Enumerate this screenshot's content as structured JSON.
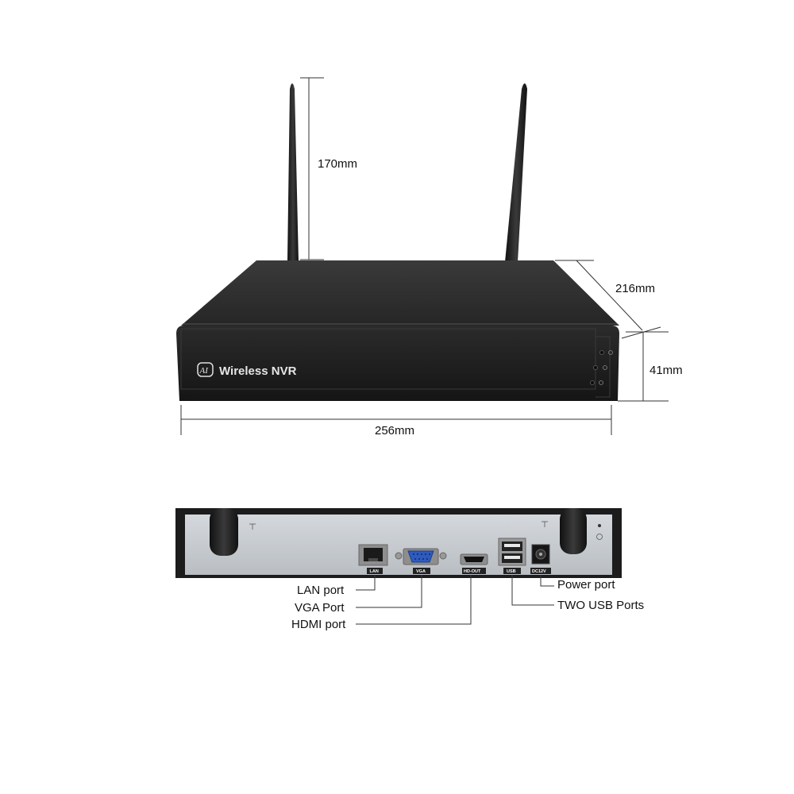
{
  "device": {
    "brand_label": "Wireless NVR",
    "logo_mark": "AI",
    "logo_icon": "ai-logo-icon"
  },
  "dimensions": {
    "antenna_height": "170mm",
    "depth": "216mm",
    "height": "41mm",
    "width": "256mm"
  },
  "rear_panel": {
    "port_labels": {
      "lan": "LAN",
      "vga": "VGA",
      "hdmi": "HD-OUT",
      "usb": "USB",
      "power": "DC12V"
    }
  },
  "callouts": {
    "lan": "LAN port",
    "vga": "VGA Port",
    "hdmi": "HDMI port",
    "power": "Power port",
    "usb": "TWO USB Ports"
  },
  "colors": {
    "chassis": "#1c1c1c",
    "panel": "#c9cdd1",
    "vga_blue": "#2e5bbf",
    "line": "#333333"
  }
}
